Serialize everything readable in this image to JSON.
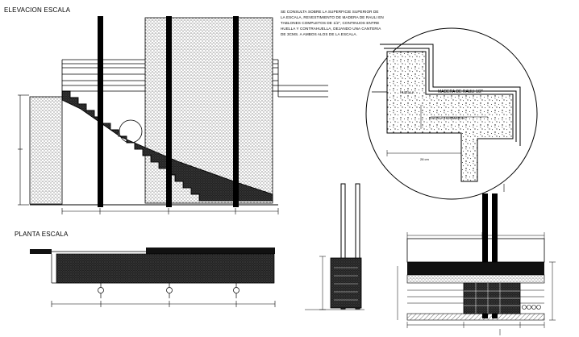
{
  "titles": {
    "elevation": "ELEVACION ESCALA",
    "plan": "PLANTA ESCALA"
  },
  "note": {
    "lines": [
      "SE CONSULTA SOBRE LA SUPERFICIE SUPERIOR DE",
      "LA ESCALA, REVESTIMIENTO DE MADERA DE RAULI EN",
      "TABLONES COMPLETOS DE 1/2\", CONTINUOS ENTRE",
      "HUELLA Y CONTRAHUELLA, DEJANDO UNA CANTERIA",
      "DE 3cms. A AMBOS ALOS DE LA ESCALA."
    ]
  },
  "detail": {
    "madera_label": "MADERA DE RAULI 1/2\"",
    "huella_label": "HUELLA",
    "hormigon_label": "ESCALA HORMIGON",
    "dimension": "28 cm"
  }
}
